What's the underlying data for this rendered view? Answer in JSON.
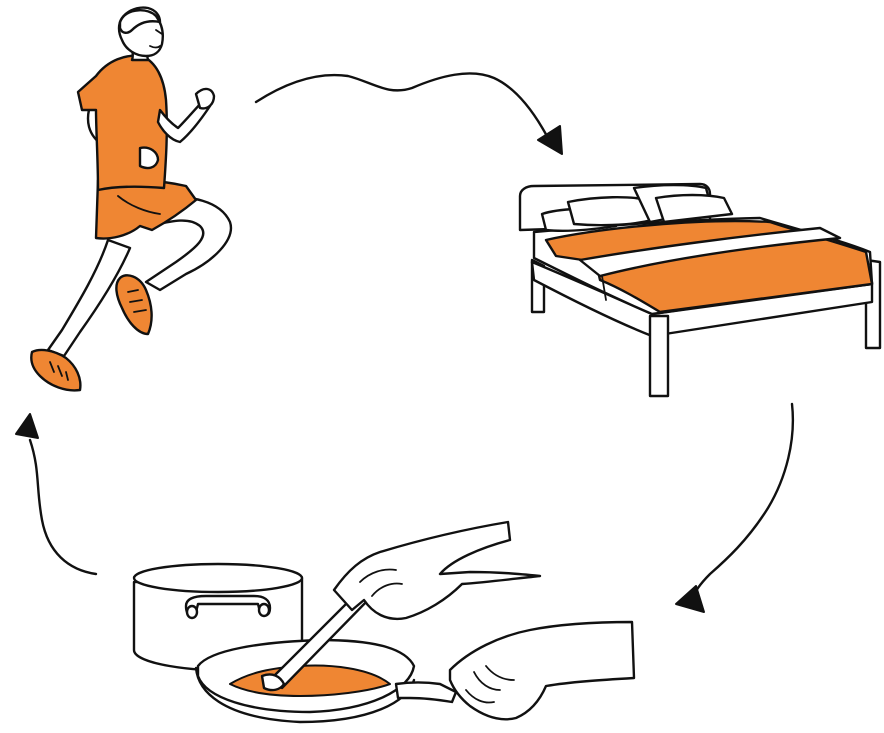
{
  "diagram": {
    "type": "cycle",
    "stages": [
      {
        "id": "exercise",
        "icon": "running-man-icon"
      },
      {
        "id": "sleep",
        "icon": "bed-icon"
      },
      {
        "id": "cooking",
        "icon": "cooking-pan-icon"
      }
    ],
    "connections": [
      {
        "from": "exercise",
        "to": "sleep"
      },
      {
        "from": "sleep",
        "to": "cooking"
      },
      {
        "from": "cooking",
        "to": "exercise"
      }
    ]
  },
  "colors": {
    "accent": "#EF8633",
    "ink": "#111111",
    "background": "#FFFFFF"
  }
}
